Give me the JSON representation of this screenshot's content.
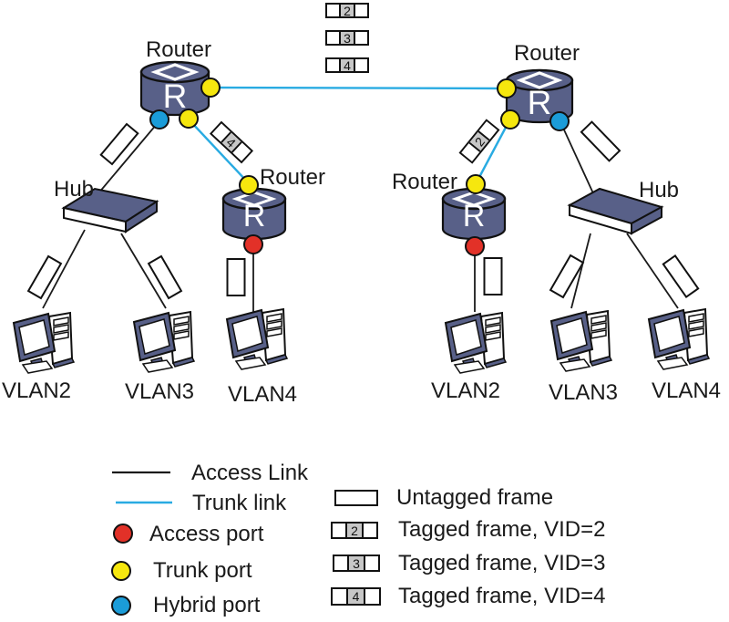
{
  "colors": {
    "device_fill": "#586088",
    "trunk_link": "#29abe2",
    "access_link": "#1a1a1a",
    "access_port": "#e23128",
    "trunk_port": "#f6e70e",
    "hybrid_port": "#1b9cd8",
    "tag_cell_bg": "#c7c7c7"
  },
  "nodes": {
    "router_top_left": {
      "label": "Router",
      "letter": "R"
    },
    "router_top_right": {
      "label": "Router",
      "letter": "R"
    },
    "router_mid_left": {
      "label": "Router",
      "letter": "R"
    },
    "router_mid_right": {
      "label": "Router",
      "letter": "R"
    },
    "hub_left": {
      "label": "Hub"
    },
    "hub_right": {
      "label": "Hub"
    }
  },
  "stations_left": [
    "VLAN2",
    "VLAN3",
    "VLAN4"
  ],
  "stations_right": [
    "VLAN2",
    "VLAN3",
    "VLAN4"
  ],
  "frame_stack": {
    "vid2": "2",
    "vid3": "3",
    "vid4": "4"
  },
  "link_tags": {
    "left_trunk_vid": "4",
    "right_trunk_vid": "2"
  },
  "legend": {
    "access_link": "Access Link",
    "trunk_link": "Trunk link",
    "access_port": "Access port",
    "trunk_port": "Trunk port",
    "hybrid_port": "Hybrid port",
    "untagged_frame": "Untagged frame",
    "tagged_frame_2": "Tagged frame, VID=2",
    "tagged_frame_3": "Tagged frame, VID=3",
    "tagged_frame_4": "Tagged frame, VID=4",
    "tag_2": "2",
    "tag_3": "3",
    "tag_4": "4"
  }
}
